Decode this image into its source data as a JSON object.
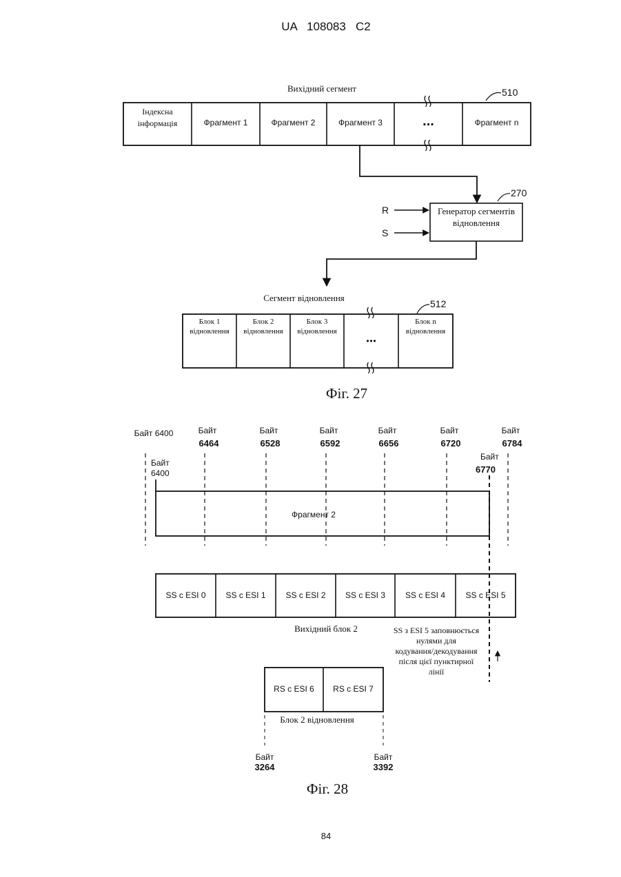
{
  "header": {
    "patent_number": "UA   108083   C2"
  },
  "fig27": {
    "source_segment": {
      "title": "Вихідний сегмент",
      "ref": "510",
      "cells": [
        [
          "Індексна",
          "інформація"
        ],
        [
          "Фрагмент 1"
        ],
        [
          "Фрагмент 2"
        ],
        [
          "Фрагмент 3"
        ],
        [
          "..."
        ],
        [
          "Фрагмент n"
        ]
      ]
    },
    "generator": {
      "ref": "270",
      "label_lines": [
        "Генератор сегментів",
        "відновлення"
      ],
      "inputs": [
        "R",
        "S"
      ]
    },
    "repair_segment": {
      "title": "Сегмент відновлення",
      "ref": "512",
      "cells": [
        [
          "Блок 1",
          "відновлення"
        ],
        [
          "Блок 2",
          "відновлення"
        ],
        [
          "Блок 3",
          "відновлення"
        ],
        [
          "..."
        ],
        [
          "Блок n",
          "відновлення"
        ]
      ]
    },
    "caption": "Фіг. 27"
  },
  "fig28": {
    "byte_markers_top": [
      [
        "Байт 6400"
      ],
      [
        "Байт",
        "6464"
      ],
      [
        "Байт",
        "6528"
      ],
      [
        "Байт",
        "6592"
      ],
      [
        "Байт",
        "6656"
      ],
      [
        "Байт",
        "6720"
      ],
      [
        "Байт",
        "6784"
      ]
    ],
    "byte_start": [
      "Байт",
      "6400"
    ],
    "byte_end": [
      "Байт",
      "6770"
    ],
    "fragment_label": "Фрагмент 2",
    "source_symbols": [
      "SS с ESI 0",
      "SS с ESI 1",
      "SS с ESI 2",
      "SS с ESI 3",
      "SS с ESI 4",
      "SS с ESI 5"
    ],
    "source_block_label": "Вихідний блок 2",
    "padding_note": [
      "SS з ESI 5 заповнюється",
      "нулями для",
      "кодування/декодування",
      "після цієї пунктирної",
      "лінії"
    ],
    "repair_symbols": [
      "RS с ESI 6",
      "RS с ESI 7"
    ],
    "repair_block_label": "Блок 2 відновлення",
    "byte_markers_bottom": [
      [
        "Байт",
        "3264"
      ],
      [
        "Байт",
        "3392"
      ]
    ],
    "caption": "Фіг. 28"
  },
  "footer": {
    "page_number": "84"
  }
}
